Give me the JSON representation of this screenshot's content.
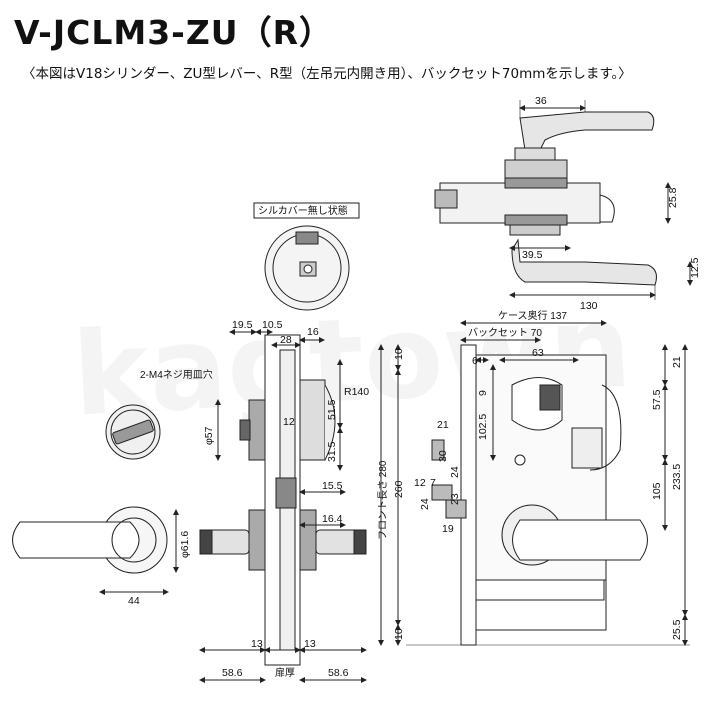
{
  "header": {
    "title": "V-JCLM3-ZU（R）",
    "subtitle": "〈本図はV18シリンダー、ZU型レバー、R型（左吊元内開き用）、バックセット70mmを示します。〉"
  },
  "watermark": "kagtown",
  "labels": {
    "silcover": "シルカバー無し状態",
    "screw": "2-M4ネジ用皿穴",
    "door_thickness": "扉厚",
    "front_length": "フロント長さ 280",
    "case_depth": "ケース奥行 137",
    "backset": "バックセット 70"
  },
  "dims": {
    "top_36": "36",
    "top_25_8": "25.8",
    "top_39_5": "39.5",
    "top_12_5": "12.5",
    "top_130": "130",
    "mid_19_5": "19.5",
    "mid_10_5": "10.5",
    "mid_16": "16",
    "mid_28": "28",
    "mid_r140": "R140",
    "mid_57": "φ57",
    "mid_12": "12",
    "mid_51_5": "51.5",
    "mid_31_5": "31.5",
    "mid_15_5": "15.5",
    "mid_16_4": "16.4",
    "mid_61_6": "φ61.6",
    "mid_44": "44",
    "mid_13a": "13",
    "mid_13b": "13",
    "mid_58_6a": "58.6",
    "mid_58_6b": "58.6",
    "r_10a": "10",
    "r_260": "260",
    "r_10b": "10",
    "r_6": "6",
    "r_63": "63",
    "r_9": "9",
    "r_102_5": "102.5",
    "r_21a": "21",
    "r_30": "30",
    "r_24a": "24",
    "r_12": "12",
    "r_7": "7",
    "r_24b": "24",
    "r_23": "23",
    "r_19": "19",
    "r_21b": "21",
    "r_57_5": "57.5",
    "r_105": "105",
    "r_233_5": "233.5",
    "r_25_5": "25.5"
  }
}
